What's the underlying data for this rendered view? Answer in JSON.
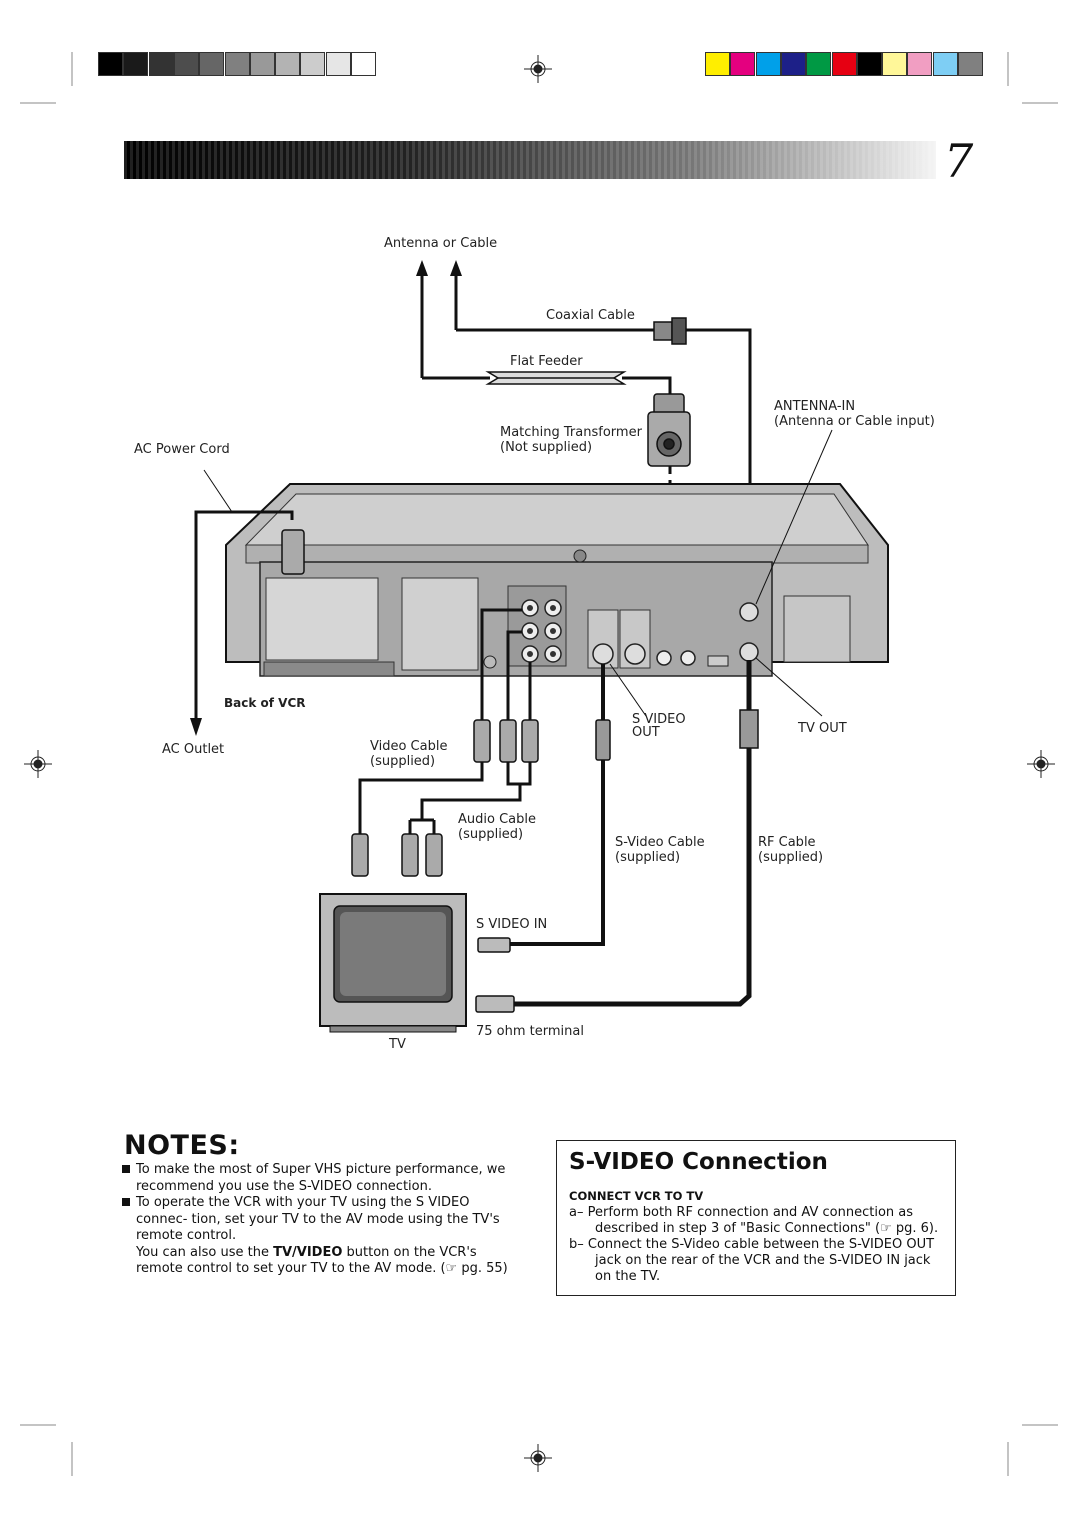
{
  "page_number": "7",
  "diagram": {
    "labels": {
      "antenna_or_cable": "Antenna or Cable",
      "coaxial_cable": "Coaxial Cable",
      "flat_feeder": "Flat Feeder",
      "antenna_in": "ANTENNA-IN",
      "antenna_in_sub": "(Antenna or Cable input)",
      "matching_transformer": "Matching Transformer",
      "not_supplied": "(Not supplied)",
      "ac_power_cord": "AC Power Cord",
      "back_of_vcr": "Back of VCR",
      "ac_outlet": "AC Outlet",
      "video_cable": "Video Cable",
      "video_cable_sub": "(supplied)",
      "s_video_out_1": "S VIDEO",
      "s_video_out_2": "OUT",
      "tv_out": "TV OUT",
      "audio_cable": "Audio Cable",
      "audio_cable_sub": "(supplied)",
      "s_video_cable": "S-Video Cable",
      "s_video_cable_sub": "(supplied)",
      "rf_cable": "RF Cable",
      "rf_cable_sub": "(supplied)",
      "s_video_in": "S VIDEO IN",
      "ohm_terminal": "75 ohm terminal",
      "tv": "TV"
    }
  },
  "notes": {
    "title": "NOTES:",
    "item1": "To make the most of Super VHS picture performance, we recommend you use the S-VIDEO connection.",
    "item2": "To operate the VCR with your TV using the S VIDEO connec- tion, set your TV to the AV mode using the TV's remote control.",
    "item2_cont_pre": "You can also use the ",
    "item2_cont_bold": "TV/VIDEO",
    "item2_cont_post": " button on the VCR's remote control to set your TV to the AV mode. (☞ pg. 55)"
  },
  "svideo_section": {
    "title": "S-VIDEO Connection",
    "subtitle": "CONNECT VCR TO TV",
    "step_a": "a– Perform both RF connection and AV connection as described in step 3 of \"Basic Connections\" (☞ pg. 6).",
    "step_b": "b– Connect the S-Video cable between the S-VIDEO OUT jack on the rear of the VCR and the S-VIDEO IN jack on the TV."
  },
  "colors": {
    "gray_bar": [
      "#000000",
      "#1a1a1a",
      "#333333",
      "#4d4d4d",
      "#666666",
      "#808080",
      "#999999",
      "#b3b3b3",
      "#cccccc",
      "#e6e6e6",
      "#ffffff"
    ],
    "color_bar": [
      "#ffee00",
      "#e4007f",
      "#00a0e9",
      "#1d2088",
      "#009944",
      "#e60012",
      "#000000",
      "#fff799",
      "#f19ec2",
      "#7ecef4",
      "#808080"
    ]
  }
}
